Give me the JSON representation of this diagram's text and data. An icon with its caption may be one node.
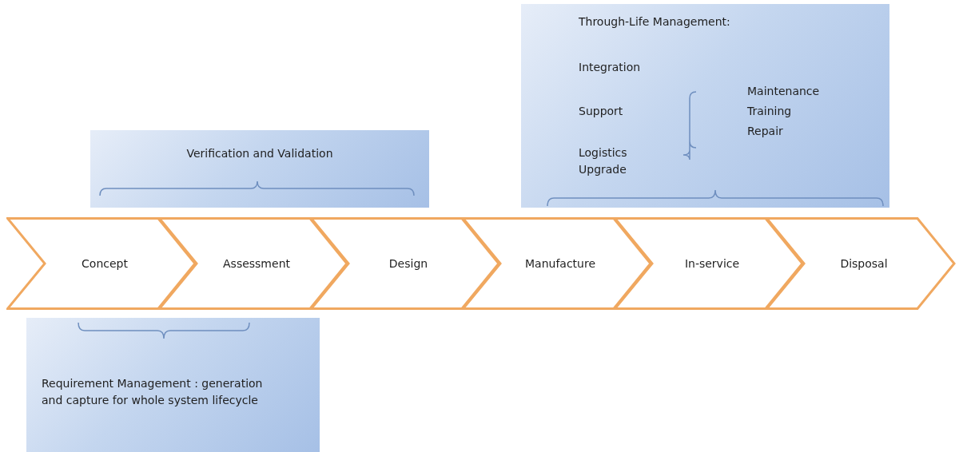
{
  "diagram": {
    "nodes": [
      {
        "text": [
          "Through-Life Management:",
          "Integration",
          "Support",
          "Maintenance",
          "Training",
          "Repair",
          "Logistics",
          "Upgrade"
        ]
      },
      {
        "text": [
          "Verification and Validation"
        ]
      },
      {
        "text": [
          "Concept"
        ]
      },
      {
        "text": [
          "Assessment"
        ]
      },
      {
        "text": [
          "Design"
        ]
      },
      {
        "text": [
          "Manufacture"
        ]
      },
      {
        "text": [
          "In-service"
        ]
      },
      {
        "text": [
          "Disposal"
        ]
      },
      {
        "text": [
          "Requirement Management : generation and capture for whole system lifecycle"
        ]
      }
    ]
  }
}
